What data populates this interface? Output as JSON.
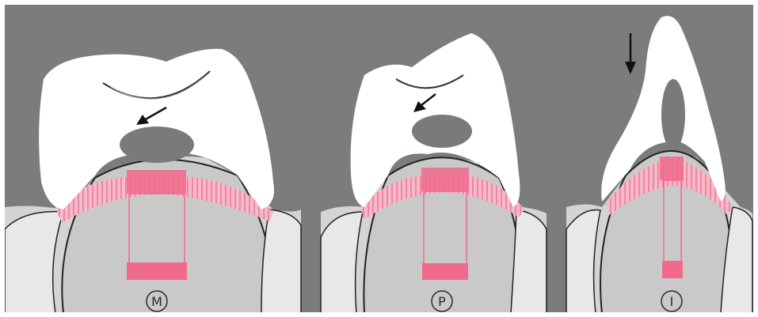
{
  "colors": {
    "background": "#7a7d7c",
    "crown": "#ffffff",
    "pulp": "#7a7a7a",
    "gum": "#d4d4d4",
    "pink": "#f06a8c",
    "pinkLight": "#f7b8c8",
    "outline": "#222222",
    "frame": "#ffffff"
  },
  "panels": [
    {
      "id": "M",
      "label": "M",
      "arrow": "diagonal"
    },
    {
      "id": "P",
      "label": "P",
      "arrow": "diagonal"
    },
    {
      "id": "I",
      "label": "I",
      "arrow": "vertical"
    }
  ]
}
